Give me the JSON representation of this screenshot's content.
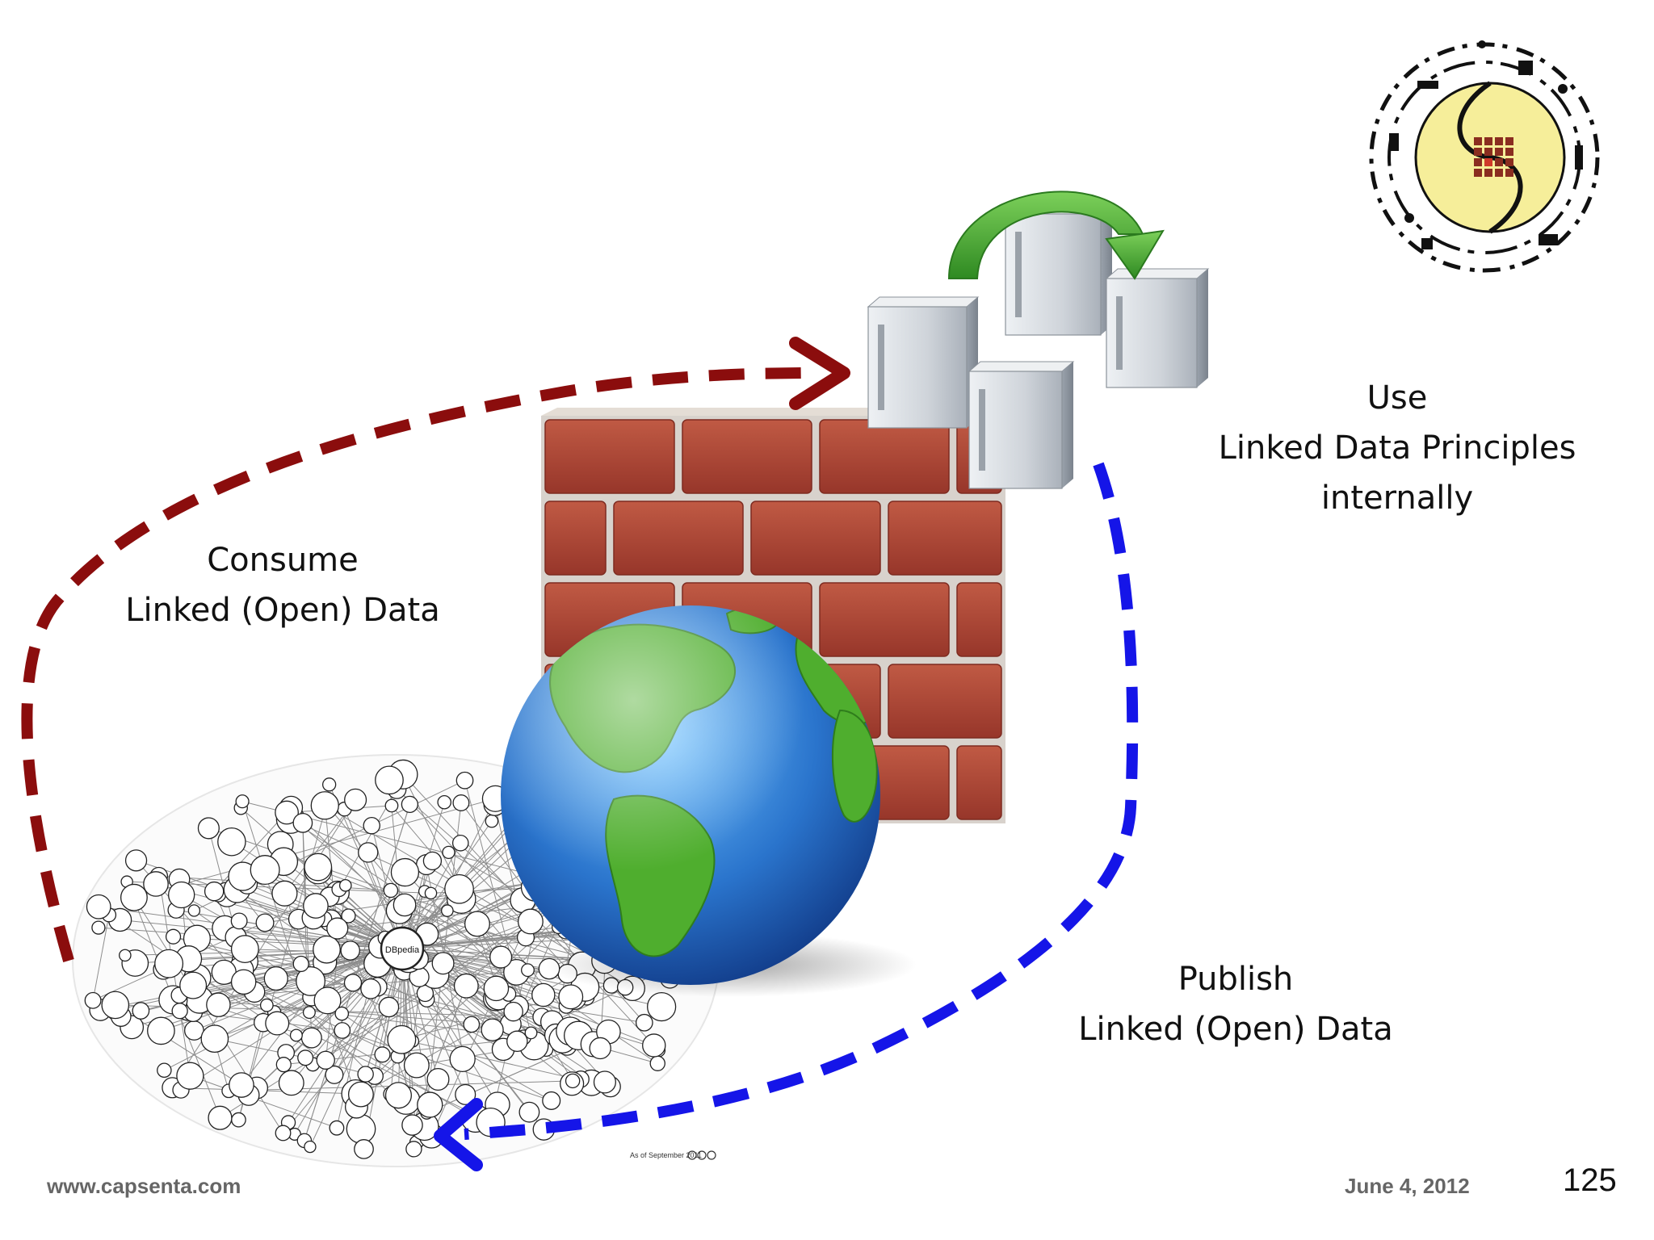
{
  "labels": {
    "use": {
      "line1": "Use",
      "line2": "Linked Data Principles",
      "line3": "internally"
    },
    "consume": {
      "line1": "Consume",
      "line2": "Linked (Open) Data"
    },
    "publish": {
      "line1": "Publish",
      "line2": "Linked (Open) Data"
    }
  },
  "cloud": {
    "center_node": "DBpedia",
    "caption": "As of September 2011"
  },
  "footer": {
    "url": "www.capsenta.com",
    "date": "June 4, 2012",
    "page": "125"
  },
  "colors": {
    "consume_arrow": "#8b0d0d",
    "publish_arrow": "#1515e8",
    "sync_arrow": "#3a9a2c",
    "brick": "#a4412e",
    "mortar": "#d8d2cc",
    "ocean": "#1e5fb8",
    "land": "#4fae2e",
    "server": "#cfd3d8",
    "logo_yellow": "#f6ee9a",
    "logo_red": "#cf3a2a"
  },
  "icons": [
    "firewall-icon",
    "server-icon",
    "globe-icon",
    "sync-arrow-icon",
    "linked-data-cloud",
    "capsenta-logo"
  ]
}
